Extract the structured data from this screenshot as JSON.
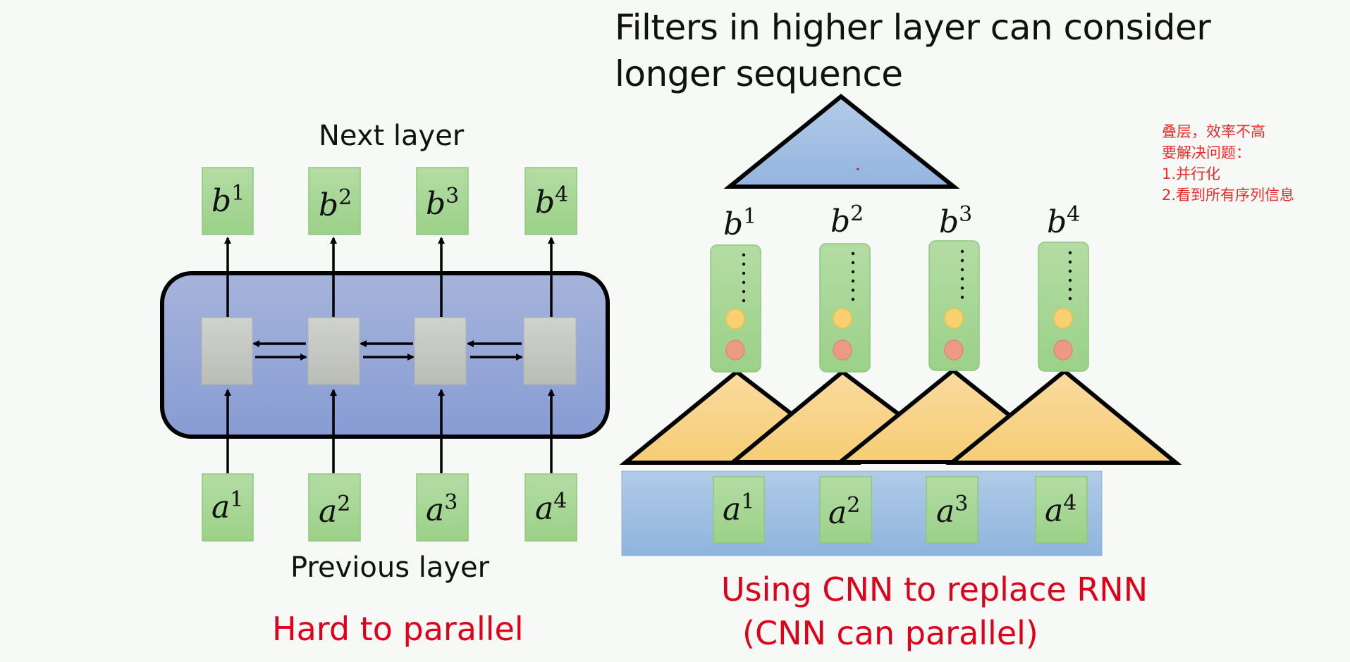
{
  "title": {
    "line1": "Filters in higher layer can consider",
    "line2": "longer sequence"
  },
  "rnn": {
    "next_layer_label": "Next layer",
    "previous_layer_label": "Previous layer",
    "caption": "Hard to parallel",
    "outputs": [
      {
        "base": "b",
        "sup": "1"
      },
      {
        "base": "b",
        "sup": "2"
      },
      {
        "base": "b",
        "sup": "3"
      },
      {
        "base": "b",
        "sup": "4"
      }
    ],
    "inputs": [
      {
        "base": "a",
        "sup": "1"
      },
      {
        "base": "a",
        "sup": "2"
      },
      {
        "base": "a",
        "sup": "3"
      },
      {
        "base": "a",
        "sup": "4"
      }
    ]
  },
  "cnn": {
    "caption_line1": "Using CNN to replace RNN",
    "caption_line2": "(CNN can parallel)",
    "outputs": [
      {
        "base": "b",
        "sup": "1"
      },
      {
        "base": "b",
        "sup": "2"
      },
      {
        "base": "b",
        "sup": "3"
      },
      {
        "base": "b",
        "sup": "4"
      }
    ],
    "inputs": [
      {
        "base": "a",
        "sup": "1"
      },
      {
        "base": "a",
        "sup": "2"
      },
      {
        "base": "a",
        "sup": "3"
      },
      {
        "base": "a",
        "sup": "4"
      }
    ]
  },
  "note": {
    "lines": [
      "叠层，效率不高",
      "要解决问题：",
      "1.并行化",
      "2.看到所有序列信息"
    ]
  },
  "colors": {
    "green_box": "#a6d796",
    "green_border": "#8cc97a",
    "rnn_panel": "#94a8d8",
    "gray_cell": "#c4c6c0",
    "filter_triangle": "#f8d48c",
    "top_triangle": "#a4c0e2",
    "input_band": "#9dbfe2",
    "yellow_dot": "#f8d070",
    "red_dot": "#ec9a86",
    "caption_red": "#e0001a",
    "note_red": "#ee2a2a"
  }
}
